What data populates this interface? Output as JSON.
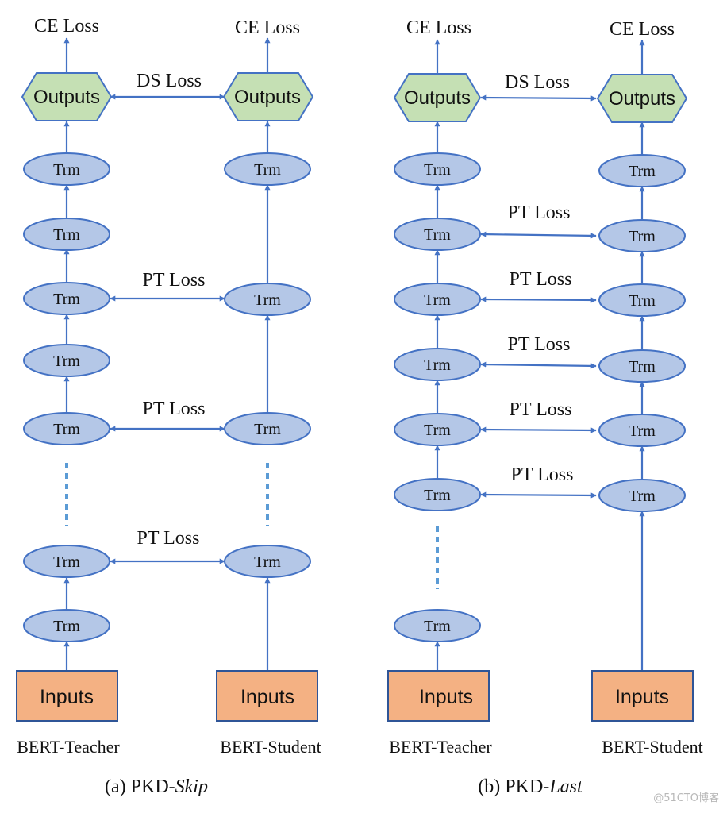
{
  "labels": {
    "trm": "Trm",
    "outputs": "Outputs",
    "inputs": "Inputs",
    "ce_loss": "CE Loss",
    "ds_loss": "DS Loss",
    "pt_loss": "PT Loss",
    "teacher": "BERT-Teacher",
    "student": "BERT-Student"
  },
  "panels": [
    {
      "caption_prefix": "(a) PKD-",
      "caption_italic": "Skip"
    },
    {
      "caption_prefix": "(b) PKD-",
      "caption_italic": "Last"
    }
  ],
  "watermark": "@51CTO博客",
  "colors": {
    "trm_fill": "#b4c7e7",
    "outputs_fill": "#c5e0b4",
    "inputs_fill": "#f4b183",
    "line": "#4472c4"
  }
}
